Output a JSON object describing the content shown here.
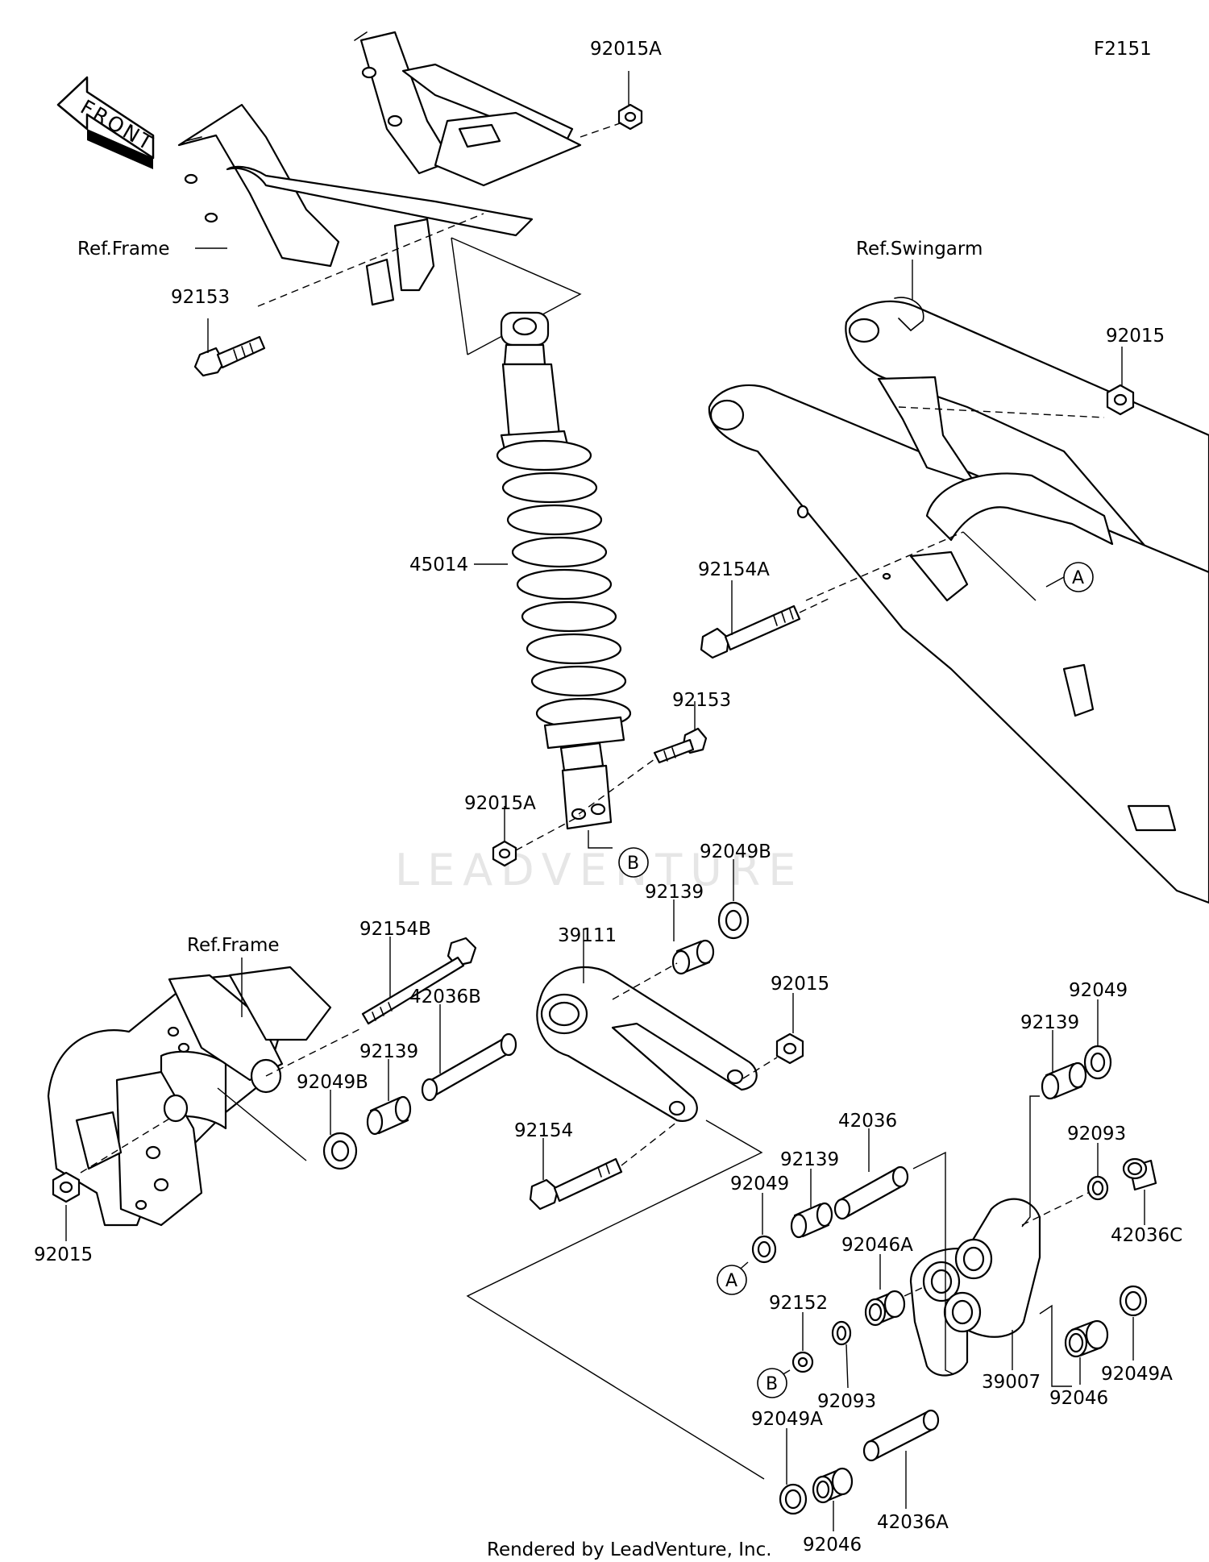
{
  "diagram": {
    "figure_code": "F2151",
    "front_arrow_text": "FRONT",
    "watermark": "LEADVENTURE",
    "footer": "Rendered by LeadVenture, Inc.",
    "ref_labels": {
      "frame_top": "Ref.Frame",
      "swingarm": "Ref.Swingarm",
      "frame_bottom": "Ref.Frame"
    },
    "callouts": {
      "a_swingarm": "A",
      "a_collar": "A",
      "b_shock": "B",
      "b_collar": "B"
    },
    "parts": {
      "p_92015A_top": "92015A",
      "p_92153_top": "92153",
      "p_45014": "45014",
      "p_92015_swingarm": "92015",
      "p_92154A": "92154A",
      "p_92153_mid": "92153",
      "p_92015A_mid": "92015A",
      "p_92049B_top": "92049B",
      "p_92139_top": "92139",
      "p_39111": "39111",
      "p_92154B": "92154B",
      "p_92015_link": "92015",
      "p_42036B": "42036B",
      "p_92139_left": "92139",
      "p_92049B_left": "92049B",
      "p_92154": "92154",
      "p_92015_left": "92015",
      "p_92049_right": "92049",
      "p_92139_right": "92139",
      "p_92093_right": "92093",
      "p_42036C": "42036C",
      "p_42036": "42036",
      "p_92139_lower": "92139",
      "p_92049_lower": "92049",
      "p_92046A": "92046A",
      "p_92152": "92152",
      "p_92093_lower": "92093",
      "p_39007": "39007",
      "p_92046_right": "92046",
      "p_92049A_right": "92049A",
      "p_92049A_lower": "92049A",
      "p_42036A": "42036A",
      "p_92046_lower": "92046"
    }
  }
}
